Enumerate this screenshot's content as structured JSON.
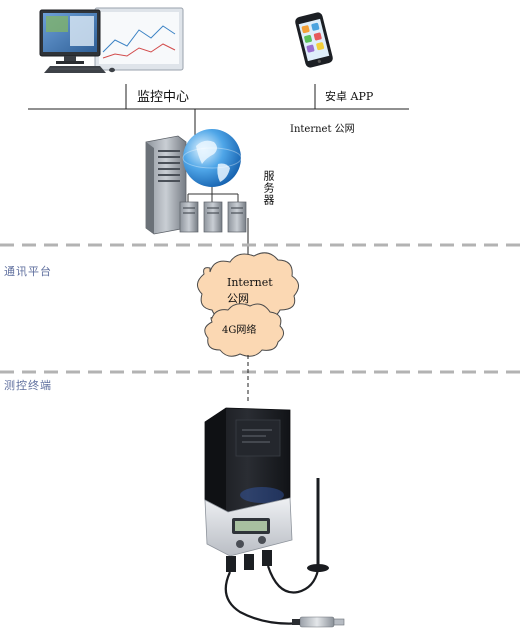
{
  "labels": {
    "monitoring_center": "监控中心",
    "android_app": "安卓 APP",
    "internet_public": "Internet 公网",
    "server": "服务器",
    "cloud_internet": "Internet",
    "cloud_public": "公网",
    "cloud_4g": "4G网络"
  },
  "sections": {
    "comm_platform": "通讯平台",
    "terminal": "测控终端"
  },
  "colors": {
    "dash_line": "#b3b3b3",
    "cloud_fill": "#fbd8b3",
    "cloud_stroke": "#4a4a4a",
    "section_text": "#5f6f9e",
    "device_body": "#1d1f24",
    "device_base": "#d6d9de"
  },
  "icons": [
    "desktop-computer-icon",
    "smartphone-icon",
    "globe-icon",
    "server-tower-icon",
    "server-rack-icon",
    "cloud-icon",
    "terminal-device-icon",
    "antenna-icon",
    "pressure-sensor-icon"
  ]
}
